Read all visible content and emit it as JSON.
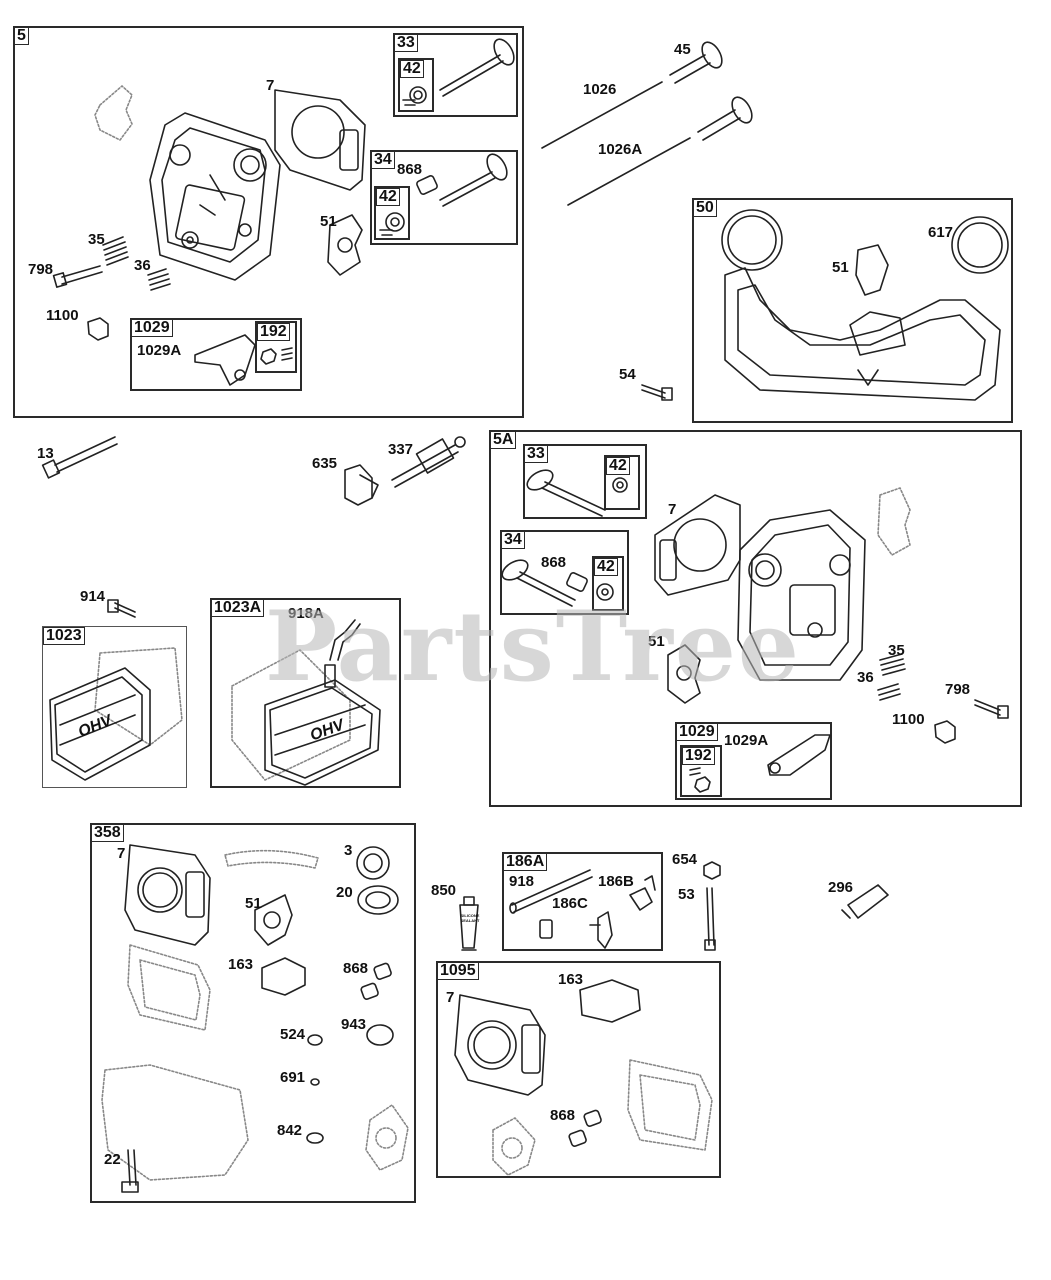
{
  "watermark": "PartsTree",
  "tags": {
    "t5": "5",
    "t33": "33",
    "t42a": "42",
    "t34": "34",
    "t42b": "42",
    "t1029": "1029",
    "t192": "192",
    "t50": "50",
    "t5A": "5A",
    "t33b": "33",
    "t42c": "42",
    "t34b": "34",
    "t42d": "42",
    "t1029b": "1029",
    "t192b": "192",
    "t1023": "1023",
    "t1023A": "1023A",
    "t358": "358",
    "t186A": "186A",
    "t1095": "1095"
  },
  "labels": {
    "l7a": "7",
    "l868a": "868",
    "l51a": "51",
    "l35a": "35",
    "l798a": "798",
    "l36a": "36",
    "l1100a": "1100",
    "l1029Aa": "1029A",
    "l45": "45",
    "l1026": "1026",
    "l1026A": "1026A",
    "l617": "617",
    "l51b": "51",
    "l54": "54",
    "l13": "13",
    "l635": "635",
    "l337": "337",
    "l7b": "7",
    "l868b": "868",
    "l51c": "51",
    "l35b": "35",
    "l36b": "36",
    "l798b": "798",
    "l1100b": "1100",
    "l1029Ab": "1029A",
    "l914": "914",
    "l918A": "918A",
    "l7c": "7",
    "l3": "3",
    "l20": "20",
    "l51d": "51",
    "l163a": "163",
    "l868c": "868",
    "l524": "524",
    "l943": "943",
    "l691": "691",
    "l842": "842",
    "l22": "22",
    "l850": "850",
    "l918": "918",
    "l186B": "186B",
    "l186C": "186C",
    "l654": "654",
    "l53": "53",
    "l296": "296",
    "l7d": "7",
    "l163b": "163",
    "l868d": "868"
  },
  "sealant_text": "SILICONE SEALANT",
  "cover_text": "OHV"
}
